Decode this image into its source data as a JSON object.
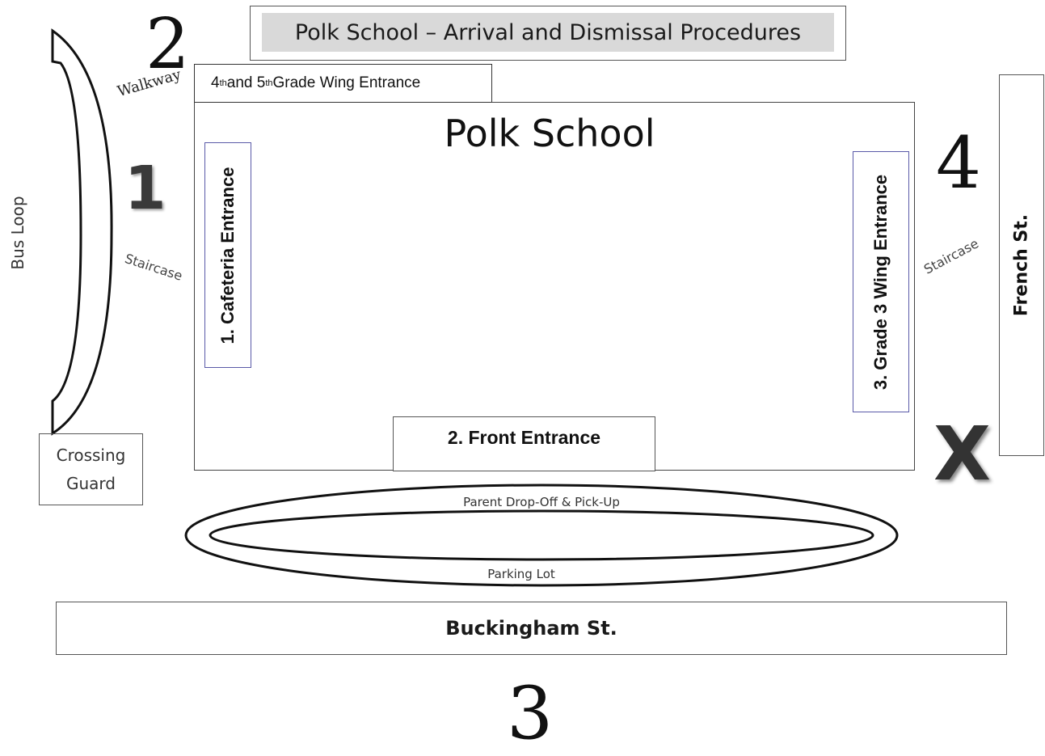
{
  "title": "Polk School – Arrival and Dismissal Procedures",
  "school_name": "Polk School",
  "wing_entrance": {
    "pre": "4",
    "sup1": "th",
    "mid": " and 5",
    "sup2": "th",
    "post": " Grade Wing Entrance"
  },
  "cafeteria_entrance": "1. Cafeteria Entrance",
  "grade3_entrance": "3.  Grade 3 Wing Entrance",
  "front_entrance": "2.  Front Entrance",
  "french_st": "French St.",
  "buckingham_st": "Buckingham St.",
  "crossing_guard": "Crossing Guard",
  "bus_loop": "Bus Loop",
  "walkway": "Walkway",
  "staircase_left": "Staircase",
  "staircase_right": "Staircase",
  "parent_dropoff": "Parent Drop-Off & Pick-Up",
  "parking_lot": "Parking Lot",
  "numbers": {
    "one": "1",
    "two": "2",
    "three": "3",
    "four": "4"
  },
  "x_mark": "X"
}
